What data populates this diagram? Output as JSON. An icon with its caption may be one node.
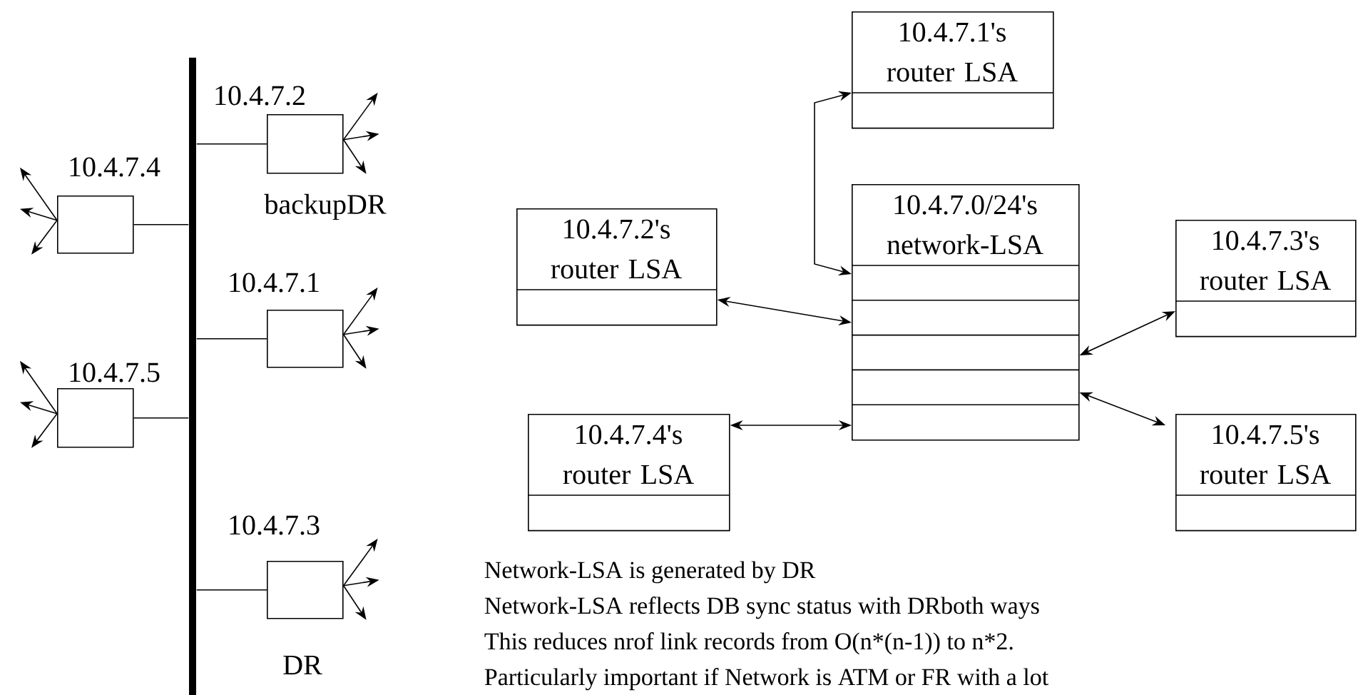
{
  "diagram": {
    "nodes": [
      {
        "text": [],
        "shape": "bar"
      },
      {
        "text": [
          "10.4.7.2"
        ],
        "beside": [
          "backupDR"
        ]
      },
      {
        "text": [
          "10.4.7.4"
        ]
      },
      {
        "text": [
          "10.4.7.1"
        ]
      },
      {
        "text": [
          "10.4.7.5"
        ]
      },
      {
        "text": [
          "10.4.7.3"
        ],
        "beside": [
          "DR"
        ]
      },
      {
        "text": [
          "10.4.7.1's router LSA"
        ]
      },
      {
        "text": [
          "10.4.7.0/24's network-LSA"
        ]
      },
      {
        "text": [
          "10.4.7.2's router LSA"
        ]
      },
      {
        "text": [
          "10.4.7.3's router LSA"
        ]
      },
      {
        "text": [
          "10.4.7.4's router LSA"
        ]
      },
      {
        "text": [
          "10.4.7.5's router LSA"
        ]
      }
    ],
    "edges": [
      {
        "from": 1,
        "to": 0,
        "arrow": "none"
      },
      {
        "from": 2,
        "to": 0,
        "arrow": "none"
      },
      {
        "from": 3,
        "to": 0,
        "arrow": "none"
      },
      {
        "from": 4,
        "to": 0,
        "arrow": "none"
      },
      {
        "from": 5,
        "to": 0,
        "arrow": "none"
      },
      {
        "from": 1,
        "to": null,
        "arrow": "to"
      },
      {
        "from": 1,
        "to": null,
        "arrow": "to"
      },
      {
        "from": 1,
        "to": null,
        "arrow": "to"
      },
      {
        "from": 2,
        "to": null,
        "arrow": "to"
      },
      {
        "from": 2,
        "to": null,
        "arrow": "to"
      },
      {
        "from": 2,
        "to": null,
        "arrow": "to"
      },
      {
        "from": 3,
        "to": null,
        "arrow": "to"
      },
      {
        "from": 3,
        "to": null,
        "arrow": "to"
      },
      {
        "from": 3,
        "to": null,
        "arrow": "to"
      },
      {
        "from": 4,
        "to": null,
        "arrow": "to"
      },
      {
        "from": 4,
        "to": null,
        "arrow": "to"
      },
      {
        "from": 4,
        "to": null,
        "arrow": "to"
      },
      {
        "from": 5,
        "to": null,
        "arrow": "to"
      },
      {
        "from": 5,
        "to": null,
        "arrow": "to"
      },
      {
        "from": 5,
        "to": null,
        "arrow": "to"
      },
      {
        "from": 7,
        "to": 6,
        "arrow": "both"
      },
      {
        "from": 7,
        "to": 8,
        "arrow": "both"
      },
      {
        "from": 7,
        "to": 9,
        "arrow": "both"
      },
      {
        "from": 7,
        "to": 10,
        "arrow": "both"
      },
      {
        "from": 7,
        "to": 11,
        "arrow": "both"
      }
    ],
    "labels": [
      "Network-LSA is generated by DR",
      "Network-LSA reflects DB sync status with DRboth ways",
      "This reduces nrof link records from O(n*(n-1)) to n*2.",
      "Particularly important if Network is ATM or FR with a lot"
    ]
  }
}
